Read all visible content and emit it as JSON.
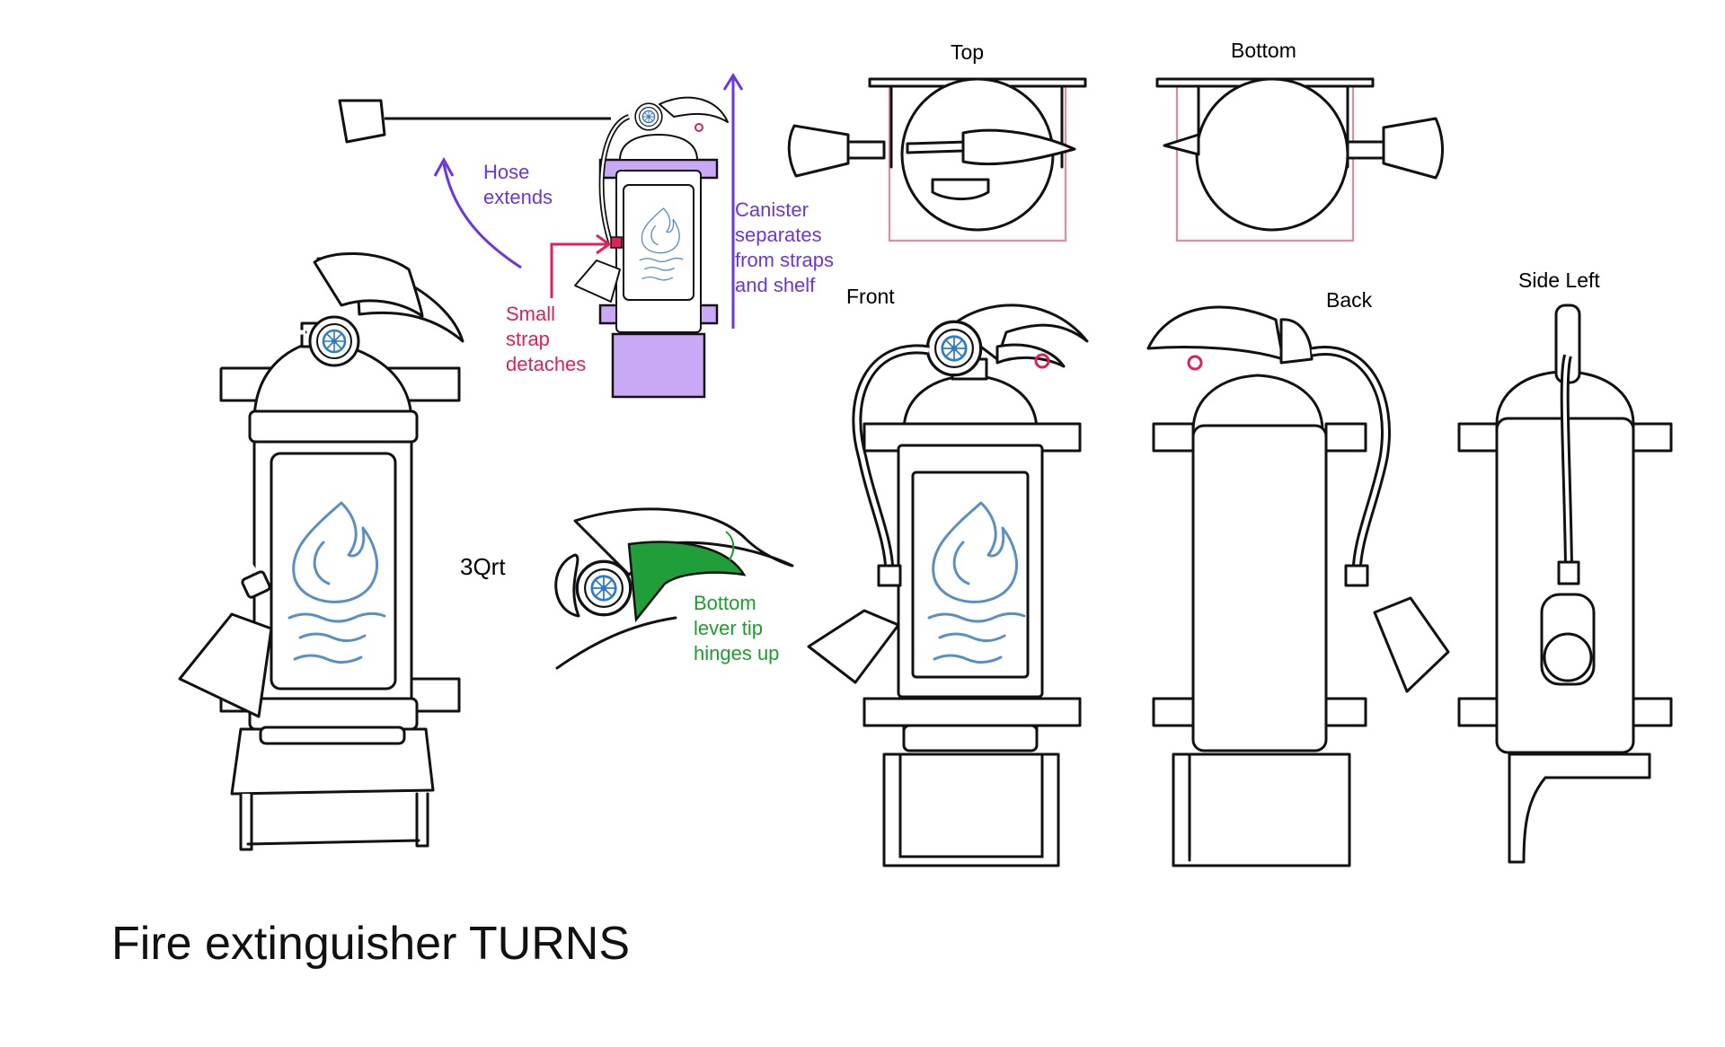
{
  "title": "Fire extinguisher TURNS",
  "view_labels": {
    "three_quarter": "3Qrt",
    "front": "Front",
    "back": "Back",
    "side_left": "Side Left",
    "top": "Top",
    "bottom": "Bottom"
  },
  "notes": {
    "hose": "Hose\nextends",
    "canister": "Canister\nseparates\nfrom straps\nand shelf",
    "strap": "Small\nstrap\ndetaches",
    "lever": "Bottom\nlever tip\nhinges up"
  },
  "colors": {
    "hose_note": "#6a35e6",
    "strap_note": "#e0205a",
    "lever_note": "#1c9e2a",
    "lever_fill": "#1f9e3a",
    "shelf_fill": "#c9a8f5",
    "flame": "#5a8fc4",
    "top_view_outline": "#e48aa8"
  }
}
